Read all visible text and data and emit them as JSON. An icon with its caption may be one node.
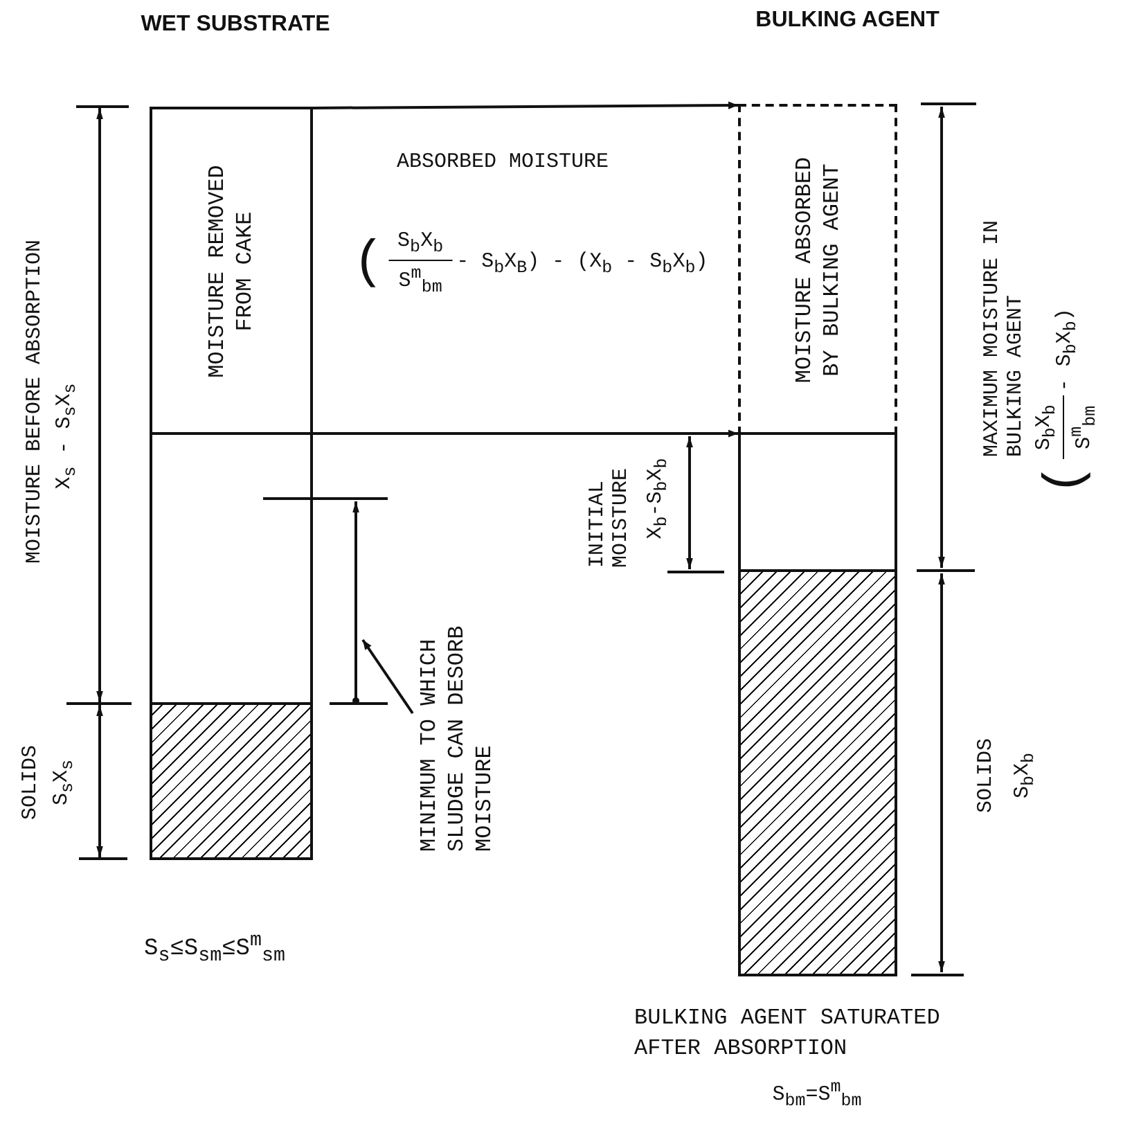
{
  "diagram": {
    "nodes": [
      {
        "text": [
          "MOISTURE REMOVED FROM CAKE"
        ]
      },
      {
        "text": [],
        "shape": "box"
      },
      {
        "text": [],
        "shape": "box"
      },
      {
        "text": [
          "MOISTURE ABSORBED BY BULKING AGENT"
        ]
      },
      {
        "text": [],
        "shape": "box"
      },
      {
        "text": [],
        "shape": "box"
      },
      {
        "text": [
          "MINIMUM TO WHICH SLUDGE CAN DESORB MOISTURE"
        ]
      }
    ],
    "edges": [
      {
        "from": 0,
        "to": 3,
        "arrow": "to"
      },
      {
        "from": 0,
        "to": 4,
        "arrow": "to"
      },
      {
        "from": 6,
        "to": null,
        "arrow": "to"
      }
    ],
    "labels": [
      "WET SUBSTRATE",
      "BULKING AGENT",
      "ABSORBED MOISTURE",
      "(",
      "S$_{b}$X$_{b}$",
      "S$^{m}$$_{bm}$",
      "- S$_{b}$X$_{B}$) - (X$_{b}$ - S$_{b}$X$_{b}$)",
      "MOISTURE BEFORE ABSORPTION",
      "X$_{s}$ - S$_{s}$X$_{s}$",
      "INITIAL MOISTURE",
      "X$_{b}$-S$_{b}$X$_{b}$",
      "MAXIMUM MOISTURE IN BULKING AGENT",
      "(",
      "S$_{b}$X$_{b}$",
      "S$^{m}$$_{bm}$",
      "- S$_{b}$X$_{b}$)",
      "SOLIDS",
      "S$_{s}$X$_{s}$",
      "SOLIDS",
      "S$_{b}$X$_{b}$",
      "S$_{s}$≤S$_{sm}$≤S$^{m}$$_{sm}$",
      "BULKING AGENT SATURATED AFTER ABSORPTION",
      "S$_{bm}$=S$^{m}$$_{bm}$"
    ]
  }
}
